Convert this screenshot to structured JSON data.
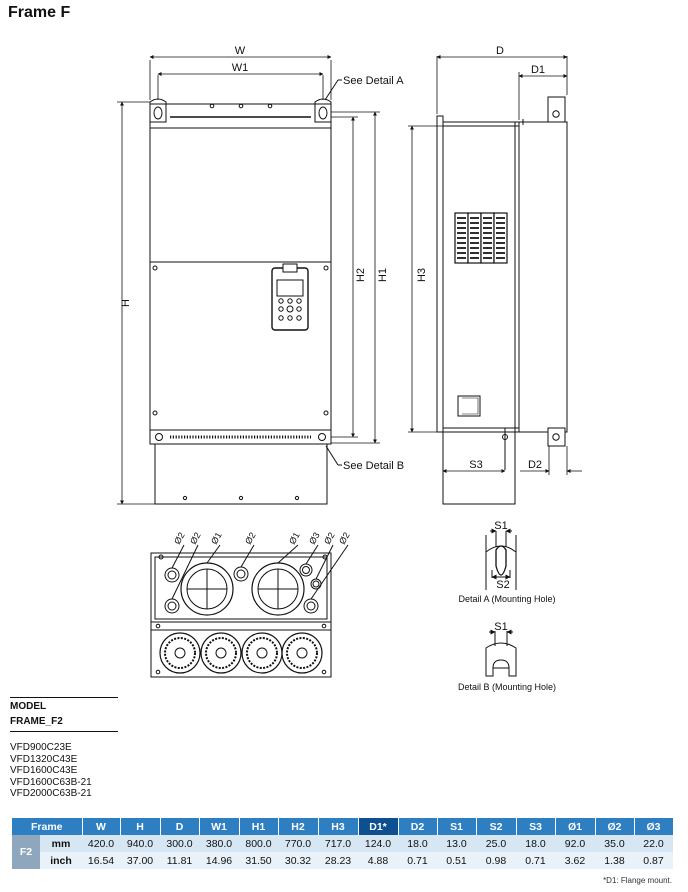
{
  "page_title": "Frame F",
  "drawing": {
    "dims": {
      "W": "W",
      "W1": "W1",
      "H": "H",
      "H1": "H1",
      "H2": "H2",
      "H3": "H3",
      "D": "D",
      "D1": "D1",
      "D2": "D2",
      "S1": "S1",
      "S2": "S2",
      "S3": "S3",
      "phi1": "Ø1",
      "phi2": "Ø2",
      "phi3": "Ø3"
    },
    "see_detail_a": "See Detail A",
    "see_detail_b": "See Detail B",
    "detail_a_caption": "Detail A (Mounting Hole)",
    "detail_b_caption": "Detail B (Mounting Hole)"
  },
  "model": {
    "heading1": "MODEL",
    "heading2": "FRAME_F2",
    "items": [
      "VFD900C23E",
      "VFD1320C43E",
      "VFD1600C43E",
      "VFD1600C63B-21",
      "VFD2000C63B-21"
    ]
  },
  "table": {
    "headers": [
      "Frame",
      "W",
      "H",
      "D",
      "W1",
      "H1",
      "H2",
      "H3",
      "D1*",
      "D2",
      "S1",
      "S2",
      "S3",
      "Ø1",
      "Ø2",
      "Ø3"
    ],
    "highlight_header": "D1*",
    "frame": "F2",
    "rows": [
      {
        "unit": "mm",
        "values": [
          "420.0",
          "940.0",
          "300.0",
          "380.0",
          "800.0",
          "770.0",
          "717.0",
          "124.0",
          "18.0",
          "13.0",
          "25.0",
          "18.0",
          "92.0",
          "35.0",
          "22.0"
        ]
      },
      {
        "unit": "inch",
        "values": [
          "16.54",
          "37.00",
          "11.81",
          "14.96",
          "31.50",
          "30.32",
          "28.23",
          "4.88",
          "0.71",
          "0.51",
          "0.98",
          "0.71",
          "3.62",
          "1.38",
          "0.87"
        ]
      }
    ],
    "footnote": "*D1: Flange mount."
  },
  "colors": {
    "header_blue": "#2d7fc1",
    "header_highlight": "#0d4f8f",
    "row_mm": "#d7e6f3",
    "row_inch": "#eaf2f9",
    "frame_cell": "#8fa7bd"
  }
}
